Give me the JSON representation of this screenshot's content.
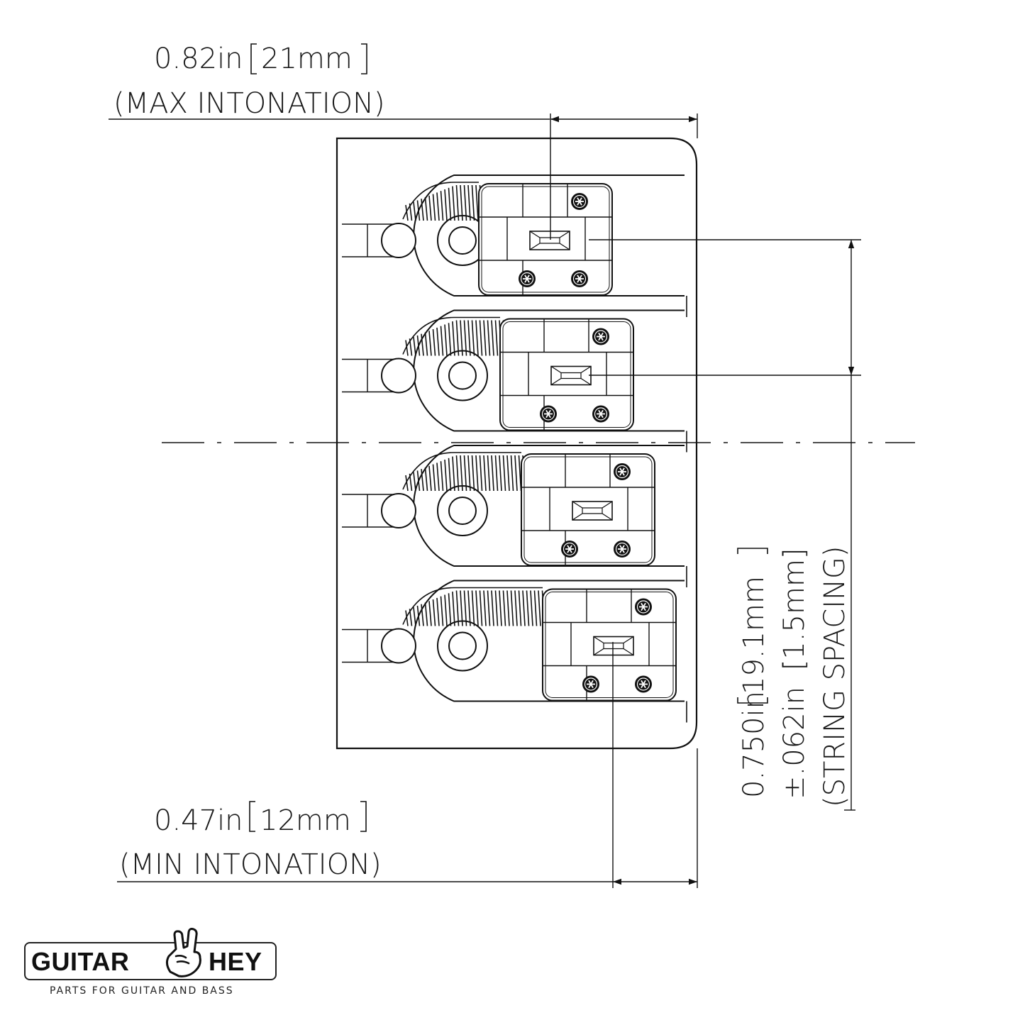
{
  "dimensions": {
    "max_intonation": {
      "value": "0.82in",
      "metric": "21mm",
      "label": "(MAX INTONATION)"
    },
    "min_intonation": {
      "value": "0.47in",
      "metric": "12mm",
      "label": "(MIN INTONATION)"
    },
    "string_spacing": {
      "value": "0.750in",
      "metric": "19.1mm",
      "tolerance": "±.062in",
      "tolerance_metric": "[1.5mm]",
      "label": "(STRING SPACING)"
    }
  },
  "bridge": {
    "saddle_count": 4
  },
  "logo": {
    "left_word": "GUITAR",
    "right_word": "HEY",
    "tagline": "PARTS FOR GUITAR AND BASS"
  },
  "icons": [
    "hand-rock-icon",
    "screw-icon",
    "spring-icon"
  ],
  "colors": {
    "line": "#111111",
    "background": "#ffffff"
  }
}
